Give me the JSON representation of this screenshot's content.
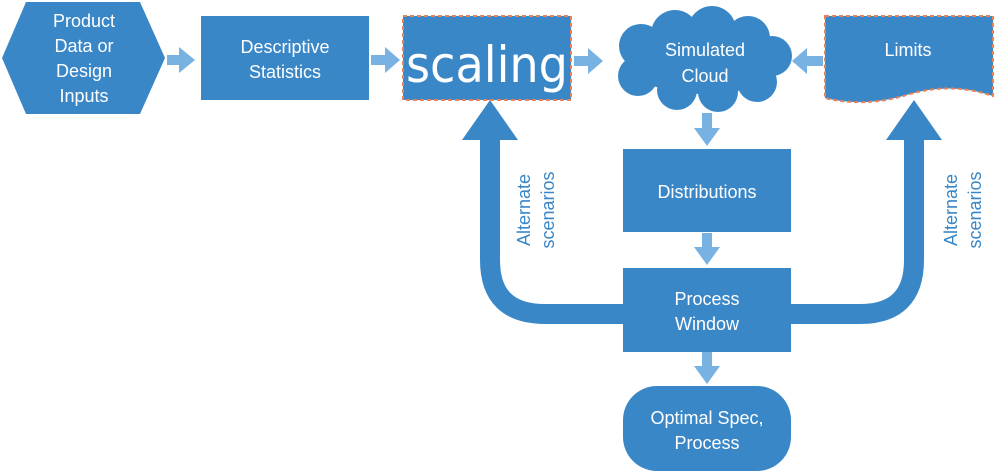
{
  "colors": {
    "box": "#3a87c8",
    "arrow": "#78b2e2",
    "big_arrow": "#3a87c8",
    "dashed_outline": "#e8825a",
    "text": "#ffffff",
    "side_text": "#3a87c8"
  },
  "nodes": {
    "product": {
      "line1": "Product",
      "line2": "Data or",
      "line3": "Design",
      "line4": "Inputs"
    },
    "descriptive": {
      "line1": "Descriptive",
      "line2": "Statistics"
    },
    "scaling": {
      "text": "scaling"
    },
    "cloud": {
      "line1": "Simulated",
      "line2": "Cloud"
    },
    "limits": {
      "text": "Limits"
    },
    "distributions": {
      "text": "Distributions"
    },
    "process_window": {
      "line1": "Process",
      "line2": "Window"
    },
    "optimal": {
      "line1": "Optimal Spec,",
      "line2": "Process"
    }
  },
  "side_labels": {
    "left": {
      "line1": "Alternate",
      "line2": "scenarios"
    },
    "right": {
      "line1": "Alternate",
      "line2": "scenarios"
    }
  }
}
